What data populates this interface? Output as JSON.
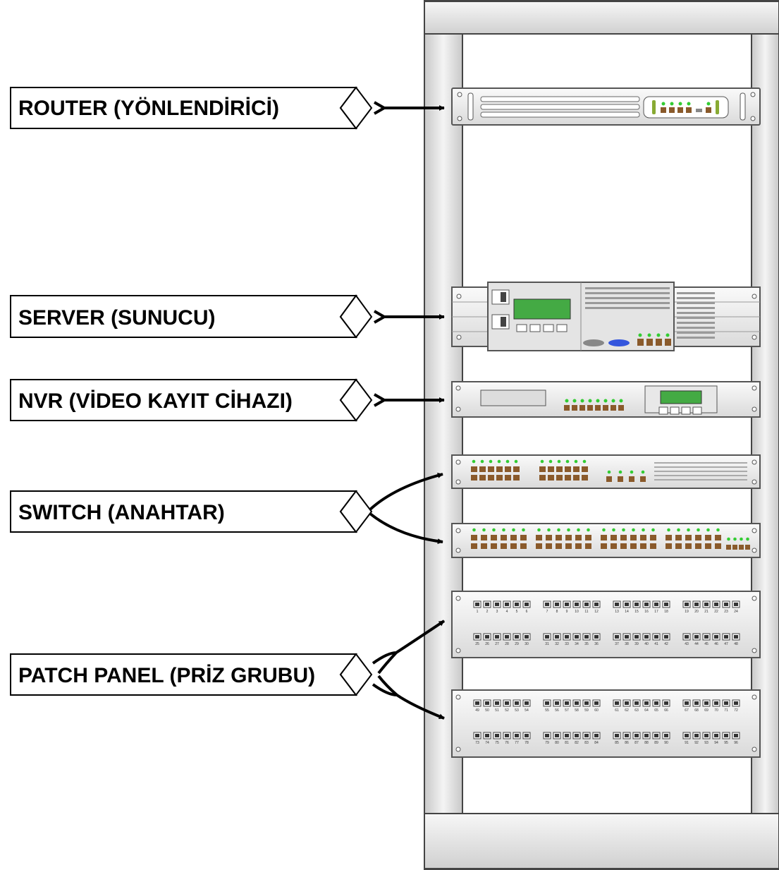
{
  "labels": {
    "router": "ROUTER (YÖNLENDİRİCİ)",
    "server": "SERVER (SUNUCU)",
    "nvr": "NVR (VİDEO KAYIT CİHAZI)",
    "switch": "SWITCH (ANAHTAR)",
    "patch": "PATCH PANEL (PRİZ GRUBU)"
  },
  "patch_panel_1": {
    "top_numbers": [
      "1",
      "2",
      "3",
      "4",
      "5",
      "6",
      "7",
      "8",
      "9",
      "10",
      "11",
      "12",
      "13",
      "14",
      "15",
      "16",
      "17",
      "18",
      "19",
      "20",
      "21",
      "22",
      "23",
      "24"
    ],
    "bottom_numbers": [
      "25",
      "26",
      "27",
      "28",
      "29",
      "30",
      "31",
      "32",
      "33",
      "34",
      "35",
      "36",
      "37",
      "38",
      "39",
      "40",
      "41",
      "42",
      "43",
      "44",
      "45",
      "46",
      "47",
      "48"
    ]
  },
  "patch_panel_2": {
    "top_numbers": [
      "49",
      "50",
      "51",
      "52",
      "53",
      "54",
      "55",
      "56",
      "57",
      "58",
      "59",
      "60",
      "61",
      "62",
      "63",
      "64",
      "65",
      "66",
      "67",
      "68",
      "69",
      "70",
      "71",
      "72"
    ],
    "bottom_numbers": [
      "73",
      "74",
      "75",
      "76",
      "77",
      "78",
      "79",
      "80",
      "81",
      "82",
      "83",
      "84",
      "85",
      "86",
      "87",
      "88",
      "89",
      "90",
      "91",
      "92",
      "93",
      "94",
      "95",
      "96"
    ]
  },
  "colors": {
    "frame": "#dcdcdc",
    "port": "#8a5a2b",
    "led": "#33cc33",
    "display": "#44aa44"
  }
}
